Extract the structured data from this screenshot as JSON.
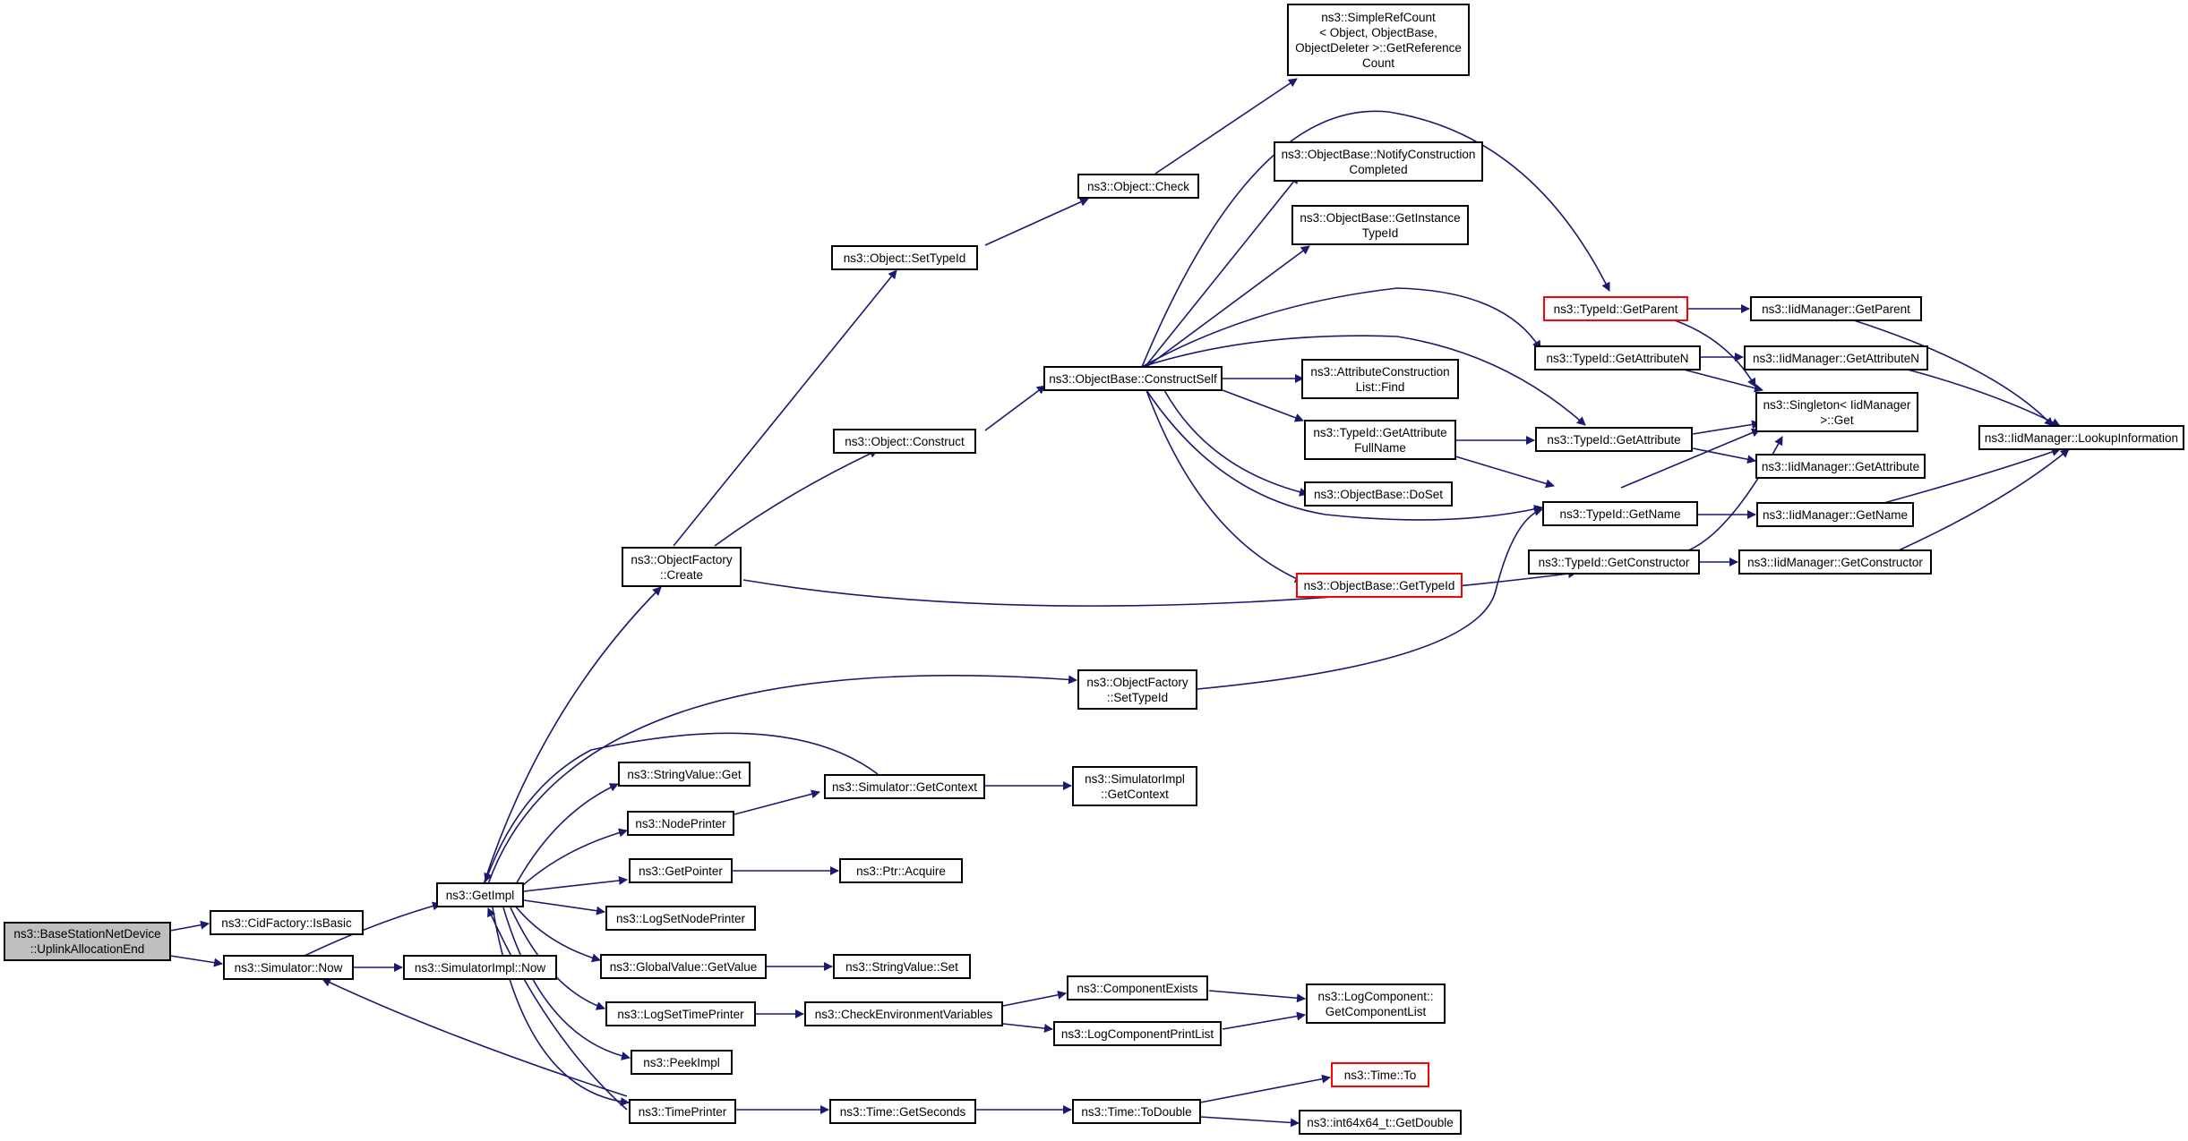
{
  "colors": {
    "edge": "#191970",
    "border": "#000000",
    "root_fill": "#bfbfbf",
    "truncated_border": "#ff0000"
  },
  "nodes": {
    "root": "ns3::BaseStationNetDevice\n::UplinkAllocationEnd",
    "cid_isbasic": "ns3::CidFactory::IsBasic",
    "sim_now": "ns3::Simulator::Now",
    "simimpl_now": "ns3::SimulatorImpl::Now",
    "getimpl": "ns3::GetImpl",
    "of_create": "ns3::ObjectFactory\n::Create",
    "obj_settypeid": "ns3::Object::SetTypeId",
    "obj_check": "ns3::Object::Check",
    "srefcount": "ns3::SimpleRefCount\n< Object, ObjectBase,\nObjectDeleter >::GetReference\nCount",
    "obj_construct": "ns3::Object::Construct",
    "ob_constructself": "ns3::ObjectBase::ConstructSelf",
    "ob_notify": "ns3::ObjectBase::NotifyConstruction\nCompleted",
    "ob_getinstance": "ns3::ObjectBase::GetInstance\nTypeId",
    "acl_find": "ns3::AttributeConstruction\nList::Find",
    "tid_getattrfullname": "ns3::TypeId::GetAttribute\nFullName",
    "ob_doset": "ns3::ObjectBase::DoSet",
    "ob_gettypeid": "ns3::ObjectBase::GetTypeId",
    "tid_getparent": "ns3::TypeId::GetParent",
    "tid_getattributen": "ns3::TypeId::GetAttributeN",
    "tid_getattribute": "ns3::TypeId::GetAttribute",
    "tid_getname": "ns3::TypeId::GetName",
    "tid_getconstructor": "ns3::TypeId::GetConstructor",
    "iid_getparent": "ns3::IidManager::GetParent",
    "iid_getattributen": "ns3::IidManager::GetAttributeN",
    "singleton_get": "ns3::Singleton< IidManager\n>::Get",
    "iid_getattribute": "ns3::IidManager::GetAttribute",
    "iid_getname": "ns3::IidManager::GetName",
    "iid_getconstructor": "ns3::IidManager::GetConstructor",
    "iid_lookup": "ns3::IidManager::LookupInformation",
    "of_settypeid": "ns3::ObjectFactory\n::SetTypeId",
    "stringvalue_get": "ns3::StringValue::Get",
    "sim_getcontext": "ns3::Simulator::GetContext",
    "simimpl_getcontext": "ns3::SimulatorImpl\n::GetContext",
    "nodeprinter": "ns3::NodePrinter",
    "getpointer": "ns3::GetPointer",
    "ptr_acquire": "ns3::Ptr::Acquire",
    "logsetnodeprinter": "ns3::LogSetNodePrinter",
    "gv_getvalue": "ns3::GlobalValue::GetValue",
    "stringvalue_set": "ns3::StringValue::Set",
    "logsettimeprinter": "ns3::LogSetTimePrinter",
    "checkenv": "ns3::CheckEnvironmentVariables",
    "componentexists": "ns3::ComponentExists",
    "logcompprintlist": "ns3::LogComponentPrintList",
    "lc_getcomplist": "ns3::LogComponent::\nGetComponentList",
    "peekimpl": "ns3::PeekImpl",
    "timeprinter": "ns3::TimePrinter",
    "time_getseconds": "ns3::Time::GetSeconds",
    "time_todouble": "ns3::Time::ToDouble",
    "time_to": "ns3::Time::To",
    "int64_getdouble": "ns3::int64x64_t::GetDouble"
  }
}
